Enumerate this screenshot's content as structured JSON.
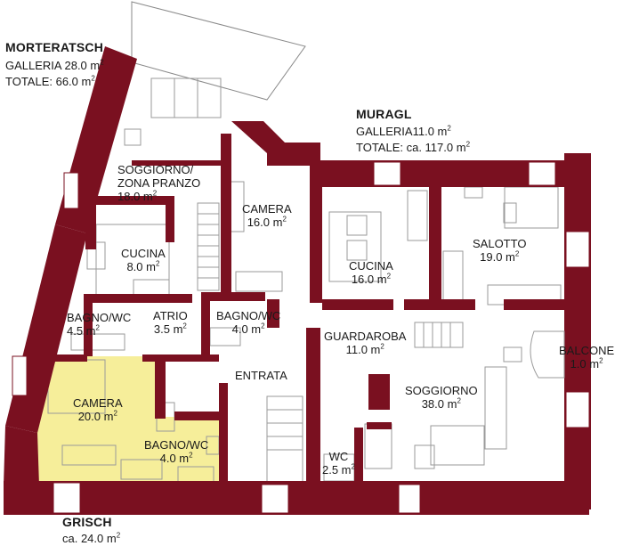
{
  "apartments": {
    "morteratsch": {
      "name": "MORTERATSCH",
      "galleria": "GALLERIA 28.0 m",
      "totale": "TOTALE: 66.0 m"
    },
    "muragl": {
      "name": "MURAGL",
      "galleria": "GALLERIA11.0 m",
      "totale": "TOTALE: ca. 117.0 m"
    },
    "grisch": {
      "name": "GRISCH",
      "area": "ca. 24.0 m"
    }
  },
  "area_unit_superscript": "2",
  "rooms": {
    "soggiorno_zona_pranzo": {
      "name_line1": "SOGGIORNO/",
      "name_line2": "ZONA PRANZO",
      "area": "18.0 m"
    },
    "camera_16": {
      "name": "CAMERA",
      "area": "16.0 m"
    },
    "cucina_8": {
      "name": "CUCINA",
      "area": "8.0 m"
    },
    "bagno_45": {
      "name": "BAGNO/WC",
      "area": "4.5 m"
    },
    "atrio": {
      "name": "ATRIO",
      "area": "3.5 m"
    },
    "bagno_40a": {
      "name": "BAGNO/WC",
      "area": "4.0 m"
    },
    "cucina_16": {
      "name": "CUCINA",
      "area": "16.0 m"
    },
    "salotto": {
      "name": "SALOTTO",
      "area": "19.0 m"
    },
    "guardaroba": {
      "name": "GUARDAROBA",
      "area": "11.0 m"
    },
    "balcone": {
      "name": "BALCONE",
      "area": "1.0 m"
    },
    "entrata": {
      "name": "ENTRATA"
    },
    "camera_20": {
      "name": "CAMERA",
      "area": "20.0 m"
    },
    "bagno_40b": {
      "name": "BAGNO/WC",
      "area": "4.0 m"
    },
    "soggiorno_38": {
      "name": "SOGGIORNO",
      "area": "38.0 m"
    },
    "wc": {
      "name": "WC",
      "area": "2.5 m"
    }
  },
  "colors": {
    "wall": "#7a1020",
    "highlight": "#f6ee9a",
    "line": "#8a8a8a"
  }
}
